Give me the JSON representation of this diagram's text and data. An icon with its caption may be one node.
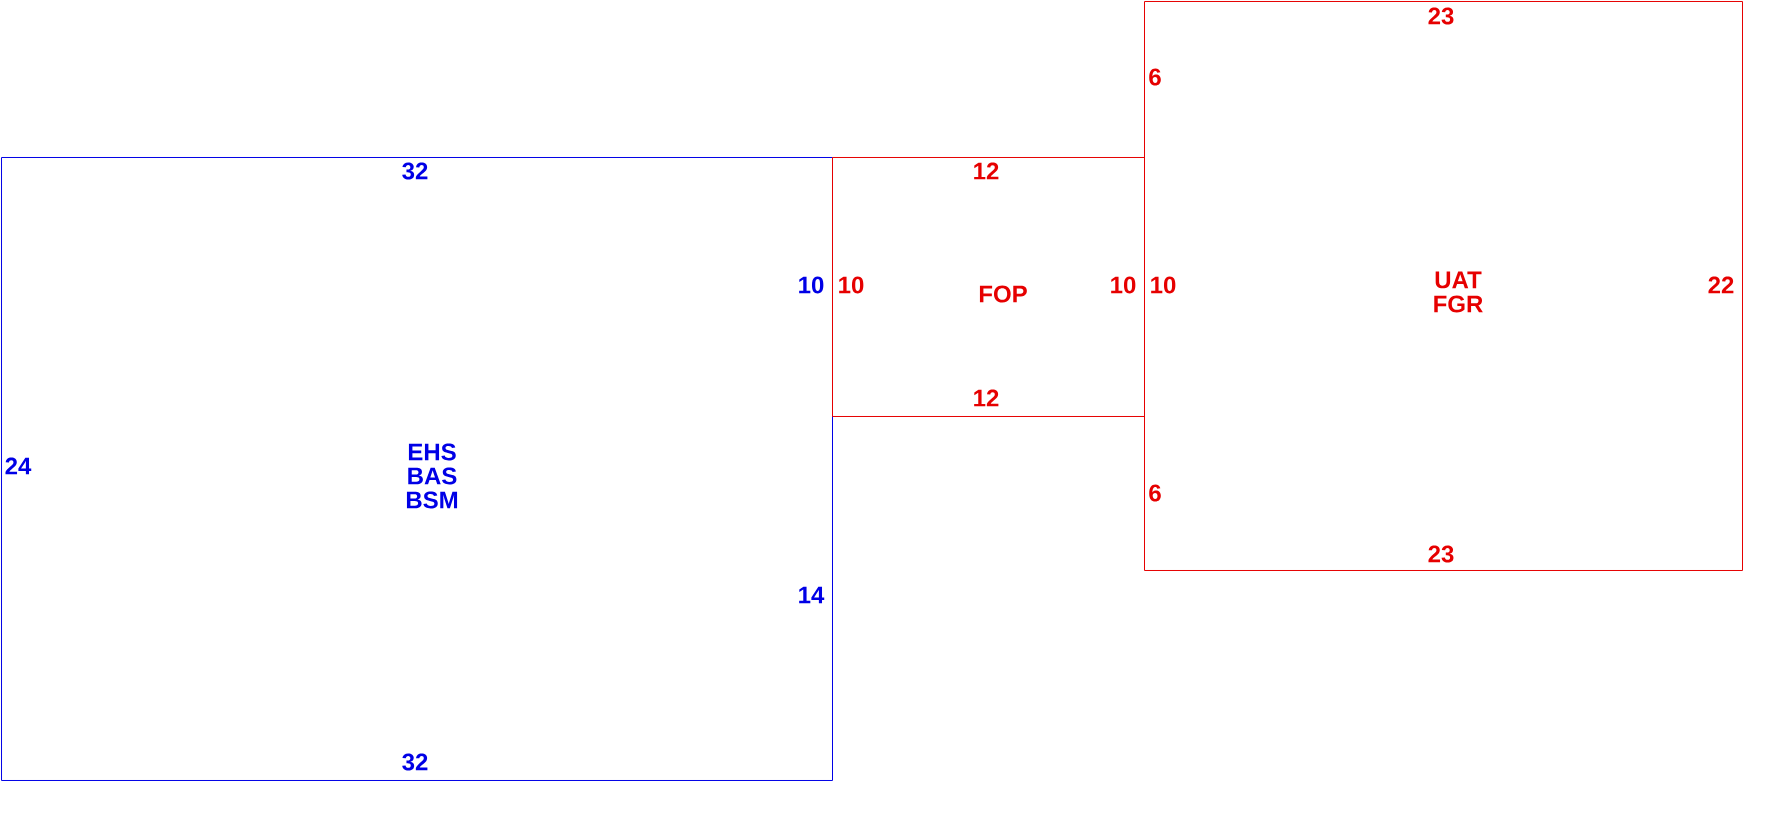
{
  "diagram": {
    "nodes": [
      {
        "text": [
          "32",
          "10",
          "24",
          "EHS",
          "BAS",
          "BSM",
          "14",
          "32"
        ]
      },
      {
        "text": [
          "12",
          "10",
          "FOP",
          "10",
          "12"
        ]
      },
      {
        "text": [
          "23",
          "6",
          "10",
          "UAT",
          "FGR",
          "22",
          "6",
          "23"
        ]
      }
    ]
  }
}
